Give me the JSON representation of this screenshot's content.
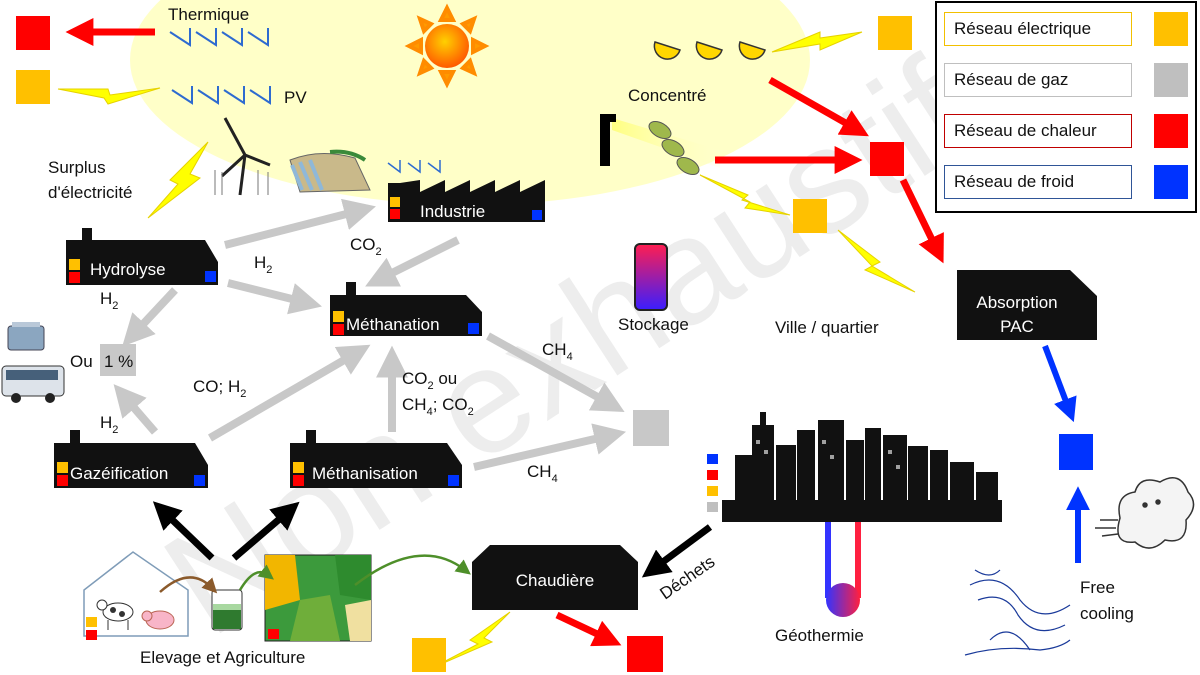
{
  "watermark": "Non exhaustif",
  "colors": {
    "electric": "#FFC000",
    "gas": "#BFBFBF",
    "heat": "#FF0000",
    "cold": "#0033FF",
    "sun_glow": "#FFFFC8",
    "flow_grey": "#C8C8C8",
    "building": "#111111",
    "lightning": "#FFFF00",
    "green_arrow": "#4E8F2A",
    "brown_arrow": "#8B5A2B"
  },
  "legend": {
    "items": [
      {
        "label": "Réseau électrique",
        "color": "#FFC000",
        "border": "#F2C000"
      },
      {
        "label": "Réseau de gaz",
        "color": "#BFBFBF",
        "border": "#BFBFBF"
      },
      {
        "label": "Réseau de chaleur",
        "color": "#FF0000",
        "border": "#C00000"
      },
      {
        "label": "Réseau de froid",
        "color": "#0033FF",
        "border": "#2F5597"
      }
    ]
  },
  "labels": {
    "thermique": "Thermique",
    "pv": "PV",
    "surplus_line1": "Surplus",
    "surplus_line2": "d'électricité",
    "concentre": "Concentré",
    "industrie": "Industrie",
    "hydrolyse": "Hydrolyse",
    "methanation": "Méthanation",
    "gazeification": "Gazéification",
    "methanisation": "Méthanisation",
    "chaudiere": "Chaudière",
    "absorption_line1": "Absorption",
    "absorption_line2": "PAC",
    "stockage": "Stockage",
    "ville": "Ville / quartier",
    "geothermie": "Géothermie",
    "free_cooling_line1": "Free",
    "free_cooling_line2": "cooling",
    "elevage": "Elevage et Agriculture",
    "dechets": "Déchets",
    "ou": "Ou",
    "one_pct": "1 %",
    "h2": "H",
    "co2": "CO",
    "ch4": "CH",
    "sub2": "2",
    "sub4": "4",
    "co_h2_prefix": "CO; H",
    "co2_ou": " ou",
    "ch4_co2_mid": "; CO"
  }
}
